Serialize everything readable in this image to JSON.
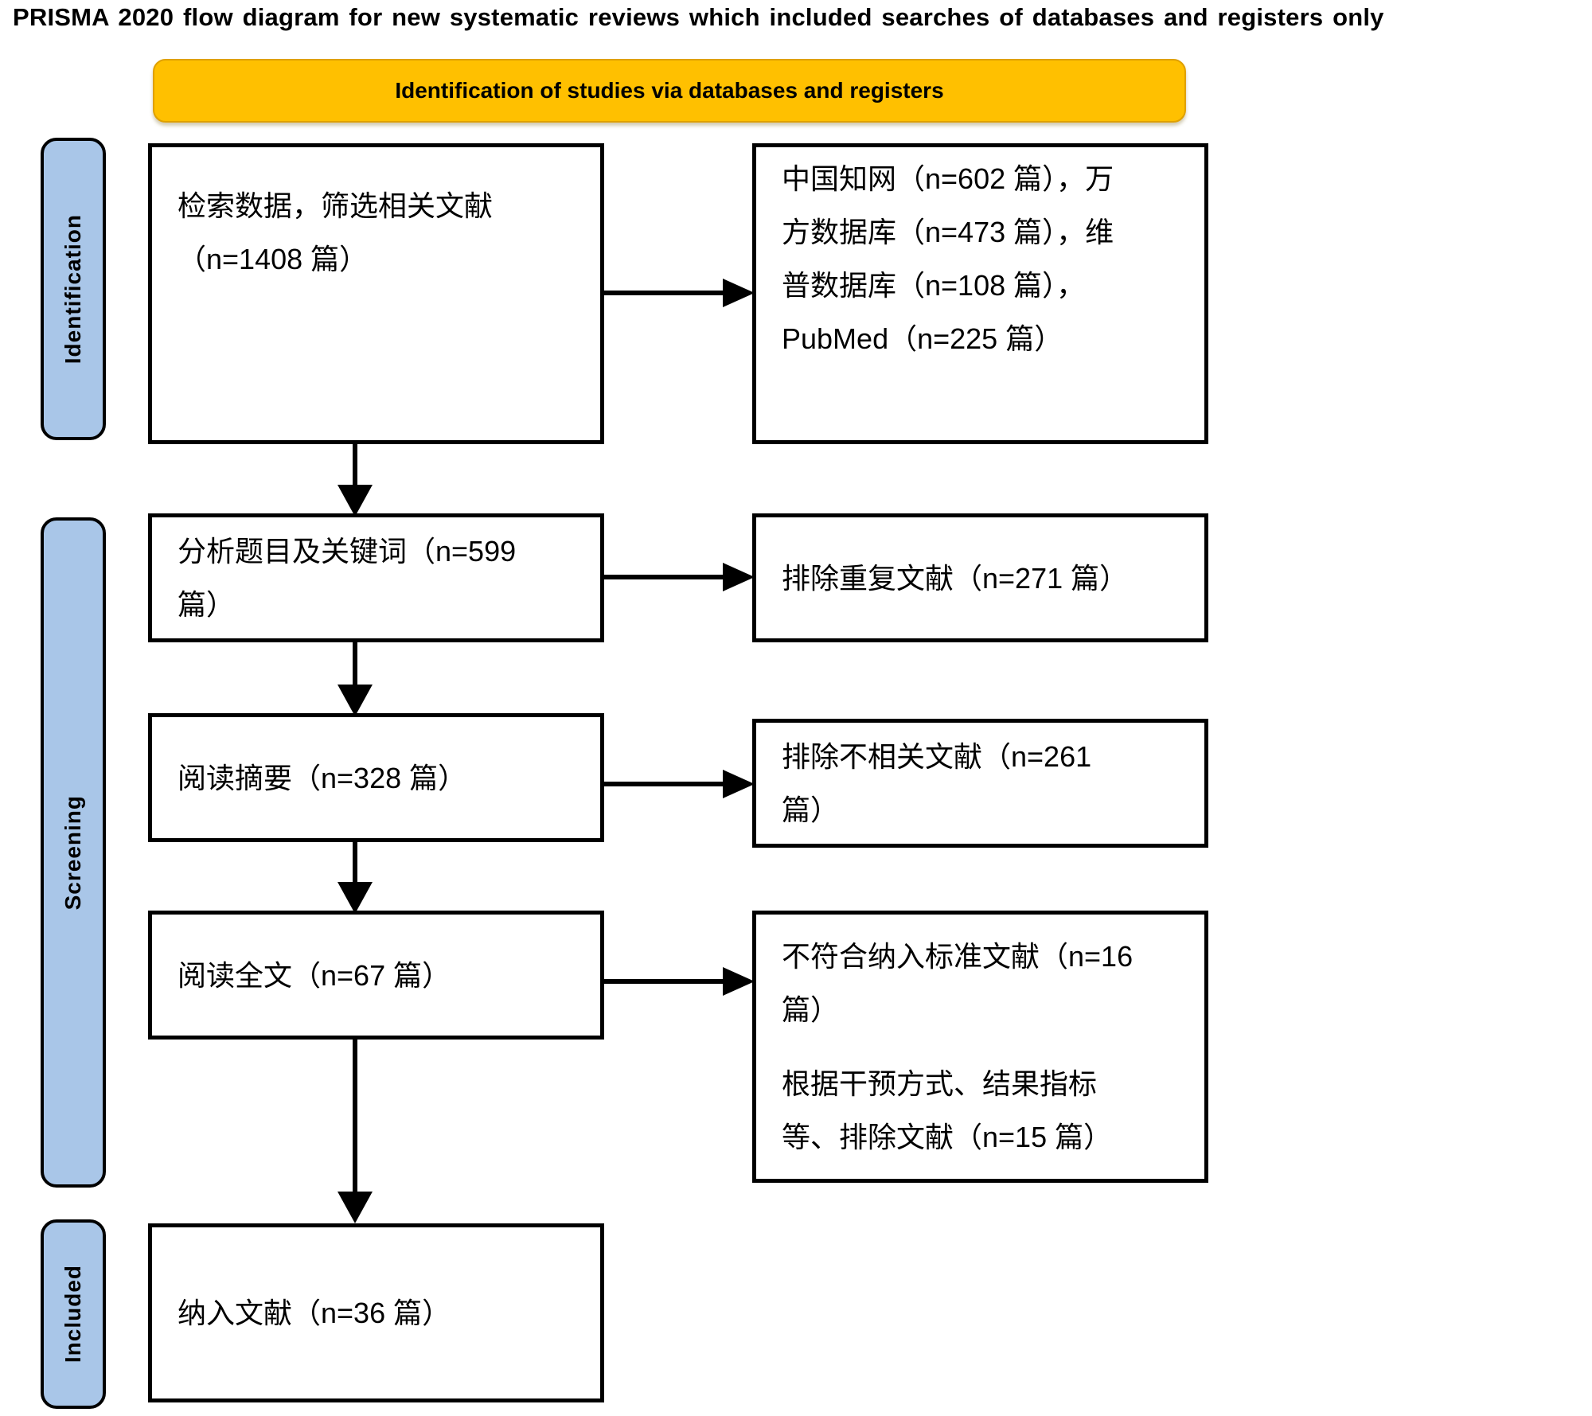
{
  "title": "PRISMA 2020 flow diagram for new systematic reviews which included searches of databases and registers only",
  "banner": {
    "label": "Identification of studies via databases and registers"
  },
  "stages": {
    "identification": "Identification",
    "screening": "Screening",
    "included": "Included"
  },
  "flow": {
    "search": "检索数据，筛选相关文献\n（n=1408 篇）",
    "title_keywords": "分析题目及关键词（n=599\n篇）",
    "abstract": "阅读摘要（n=328 篇）",
    "fulltext": "阅读全文（n=67 篇）",
    "included": "纳入文献（n=36 篇）"
  },
  "side": {
    "databases": "中国知网（n=602 篇），万\n方数据库（n=473 篇），维\n普数据库（n=108 篇），\nPubMed（n=225 篇）",
    "duplicates": "排除重复文献（n=271 篇）",
    "irrelevant": "排除不相关文献（n=261\n篇）",
    "criteria_p1": "不符合纳入标准文献（n=16\n篇）",
    "criteria_p2": "根据干预方式、结果指标\n等、排除文献（n=15 篇）"
  },
  "colors": {
    "banner_bg": "#FFC000",
    "stage_bg": "#A9C6E8",
    "box_border": "#000000"
  }
}
